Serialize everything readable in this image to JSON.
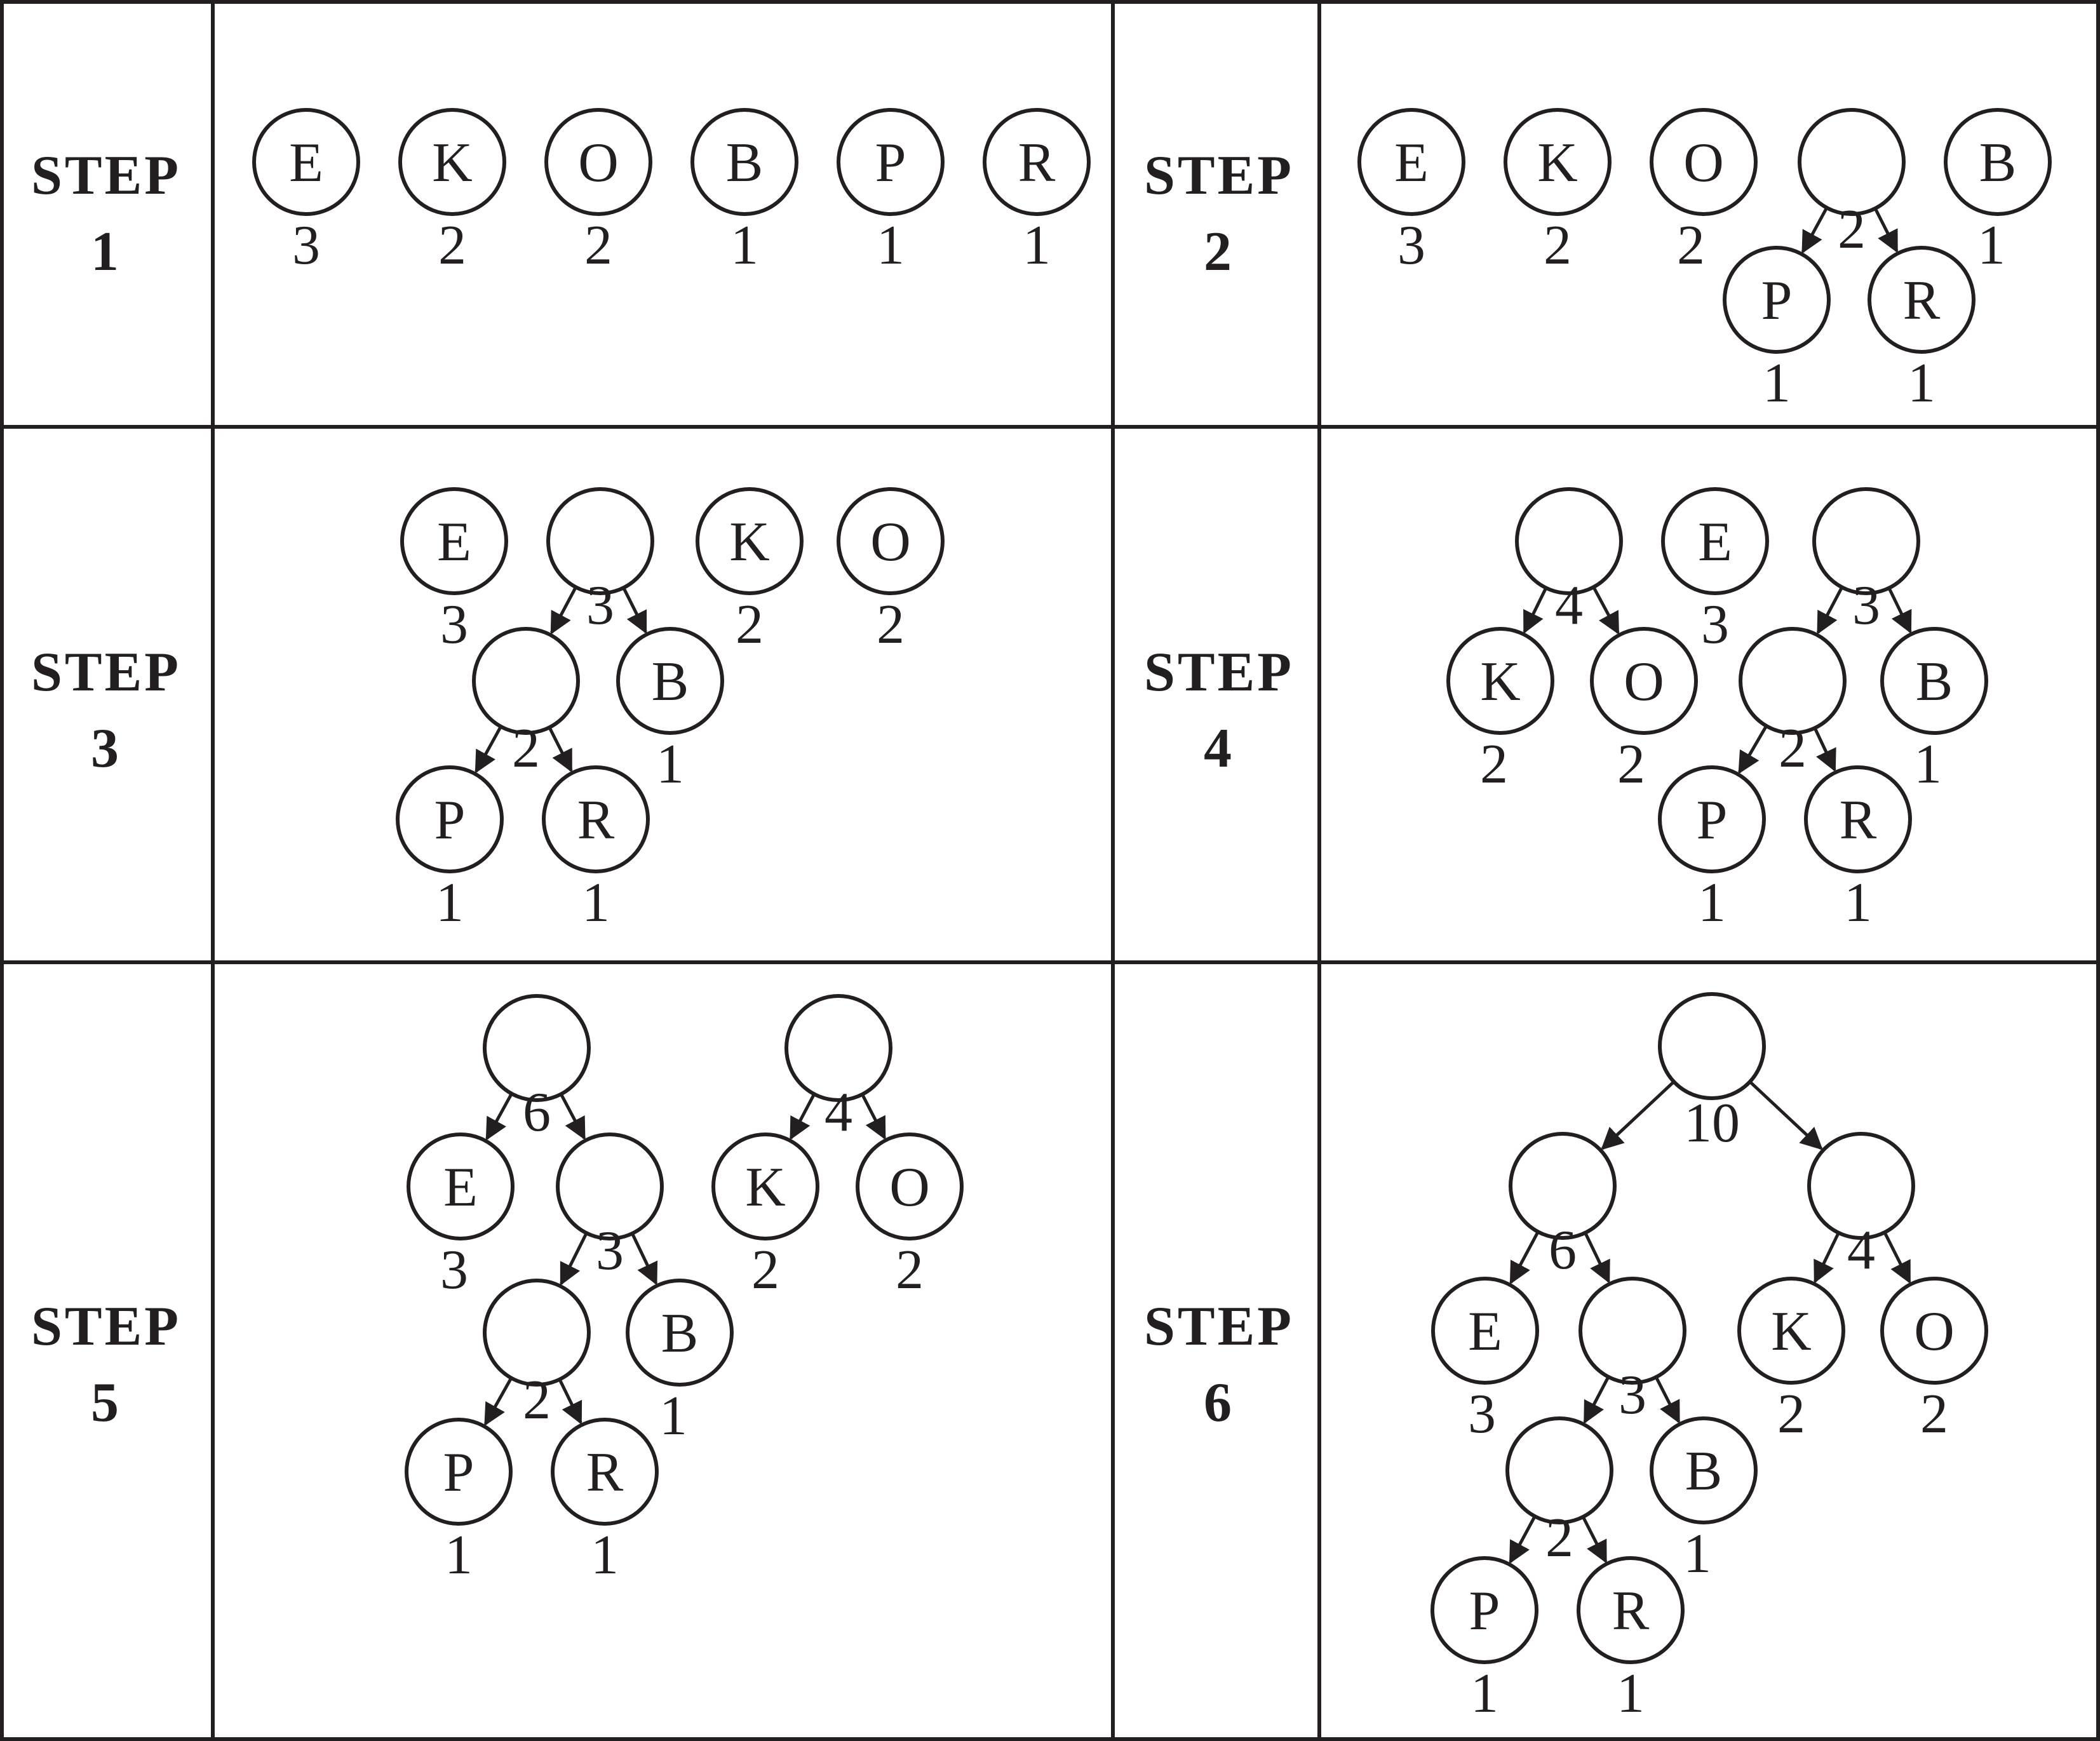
{
  "colors": {
    "ink": "#231f20",
    "background": "#ffffff"
  },
  "steps": [
    {
      "word": "STEP",
      "number": "1",
      "nodes": [
        {
          "id": "e",
          "letter": "E",
          "weight": "3"
        },
        {
          "id": "k",
          "letter": "K",
          "weight": "2"
        },
        {
          "id": "o",
          "letter": "O",
          "weight": "2"
        },
        {
          "id": "b",
          "letter": "B",
          "weight": "1"
        },
        {
          "id": "p",
          "letter": "P",
          "weight": "1"
        },
        {
          "id": "r",
          "letter": "R",
          "weight": "1"
        }
      ],
      "edges": []
    },
    {
      "word": "STEP",
      "number": "2",
      "nodes": [
        {
          "id": "e",
          "letter": "E",
          "weight": "3"
        },
        {
          "id": "k",
          "letter": "K",
          "weight": "2"
        },
        {
          "id": "o",
          "letter": "O",
          "weight": "2"
        },
        {
          "id": "n2",
          "letter": "",
          "weight": "2"
        },
        {
          "id": "b",
          "letter": "B",
          "weight": "1"
        },
        {
          "id": "p",
          "letter": "P",
          "weight": "1"
        },
        {
          "id": "r",
          "letter": "R",
          "weight": "1"
        }
      ],
      "edges": [
        [
          "n2",
          "p"
        ],
        [
          "n2",
          "r"
        ]
      ]
    },
    {
      "word": "STEP",
      "number": "3",
      "nodes": [
        {
          "id": "e",
          "letter": "E",
          "weight": "3"
        },
        {
          "id": "n3",
          "letter": "",
          "weight": "3"
        },
        {
          "id": "k",
          "letter": "K",
          "weight": "2"
        },
        {
          "id": "o",
          "letter": "O",
          "weight": "2"
        },
        {
          "id": "n2",
          "letter": "",
          "weight": "2"
        },
        {
          "id": "b",
          "letter": "B",
          "weight": "1"
        },
        {
          "id": "p",
          "letter": "P",
          "weight": "1"
        },
        {
          "id": "r",
          "letter": "R",
          "weight": "1"
        }
      ],
      "edges": [
        [
          "n3",
          "n2"
        ],
        [
          "n3",
          "b"
        ],
        [
          "n2",
          "p"
        ],
        [
          "n2",
          "r"
        ]
      ]
    },
    {
      "word": "STEP",
      "number": "4",
      "nodes": [
        {
          "id": "n4",
          "letter": "",
          "weight": "4"
        },
        {
          "id": "e",
          "letter": "E",
          "weight": "3"
        },
        {
          "id": "n3",
          "letter": "",
          "weight": "3"
        },
        {
          "id": "k",
          "letter": "K",
          "weight": "2"
        },
        {
          "id": "o",
          "letter": "O",
          "weight": "2"
        },
        {
          "id": "n2",
          "letter": "",
          "weight": "2"
        },
        {
          "id": "b",
          "letter": "B",
          "weight": "1"
        },
        {
          "id": "p",
          "letter": "P",
          "weight": "1"
        },
        {
          "id": "r",
          "letter": "R",
          "weight": "1"
        }
      ],
      "edges": [
        [
          "n4",
          "k"
        ],
        [
          "n4",
          "o"
        ],
        [
          "n3",
          "n2"
        ],
        [
          "n3",
          "b"
        ],
        [
          "n2",
          "p"
        ],
        [
          "n2",
          "r"
        ]
      ]
    },
    {
      "word": "STEP",
      "number": "5",
      "nodes": [
        {
          "id": "n6",
          "letter": "",
          "weight": "6"
        },
        {
          "id": "n4",
          "letter": "",
          "weight": "4"
        },
        {
          "id": "e",
          "letter": "E",
          "weight": "3"
        },
        {
          "id": "n3",
          "letter": "",
          "weight": "3"
        },
        {
          "id": "k",
          "letter": "K",
          "weight": "2"
        },
        {
          "id": "o",
          "letter": "O",
          "weight": "2"
        },
        {
          "id": "n2",
          "letter": "",
          "weight": "2"
        },
        {
          "id": "b",
          "letter": "B",
          "weight": "1"
        },
        {
          "id": "p",
          "letter": "P",
          "weight": "1"
        },
        {
          "id": "r",
          "letter": "R",
          "weight": "1"
        }
      ],
      "edges": [
        [
          "n6",
          "e"
        ],
        [
          "n6",
          "n3"
        ],
        [
          "n4",
          "k"
        ],
        [
          "n4",
          "o"
        ],
        [
          "n3",
          "n2"
        ],
        [
          "n3",
          "b"
        ],
        [
          "n2",
          "p"
        ],
        [
          "n2",
          "r"
        ]
      ]
    },
    {
      "word": "STEP",
      "number": "6",
      "nodes": [
        {
          "id": "n10",
          "letter": "",
          "weight": "10"
        },
        {
          "id": "n6",
          "letter": "",
          "weight": "6"
        },
        {
          "id": "n4",
          "letter": "",
          "weight": "4"
        },
        {
          "id": "e",
          "letter": "E",
          "weight": "3"
        },
        {
          "id": "n3",
          "letter": "",
          "weight": "3"
        },
        {
          "id": "k",
          "letter": "K",
          "weight": "2"
        },
        {
          "id": "o",
          "letter": "O",
          "weight": "2"
        },
        {
          "id": "n2",
          "letter": "",
          "weight": "2"
        },
        {
          "id": "b",
          "letter": "B",
          "weight": "1"
        },
        {
          "id": "p",
          "letter": "P",
          "weight": "1"
        },
        {
          "id": "r",
          "letter": "R",
          "weight": "1"
        }
      ],
      "edges": [
        [
          "n10",
          "n6"
        ],
        [
          "n10",
          "n4"
        ],
        [
          "n6",
          "e"
        ],
        [
          "n6",
          "n3"
        ],
        [
          "n4",
          "k"
        ],
        [
          "n4",
          "o"
        ],
        [
          "n3",
          "n2"
        ],
        [
          "n3",
          "b"
        ],
        [
          "n2",
          "p"
        ],
        [
          "n2",
          "r"
        ]
      ]
    }
  ]
}
